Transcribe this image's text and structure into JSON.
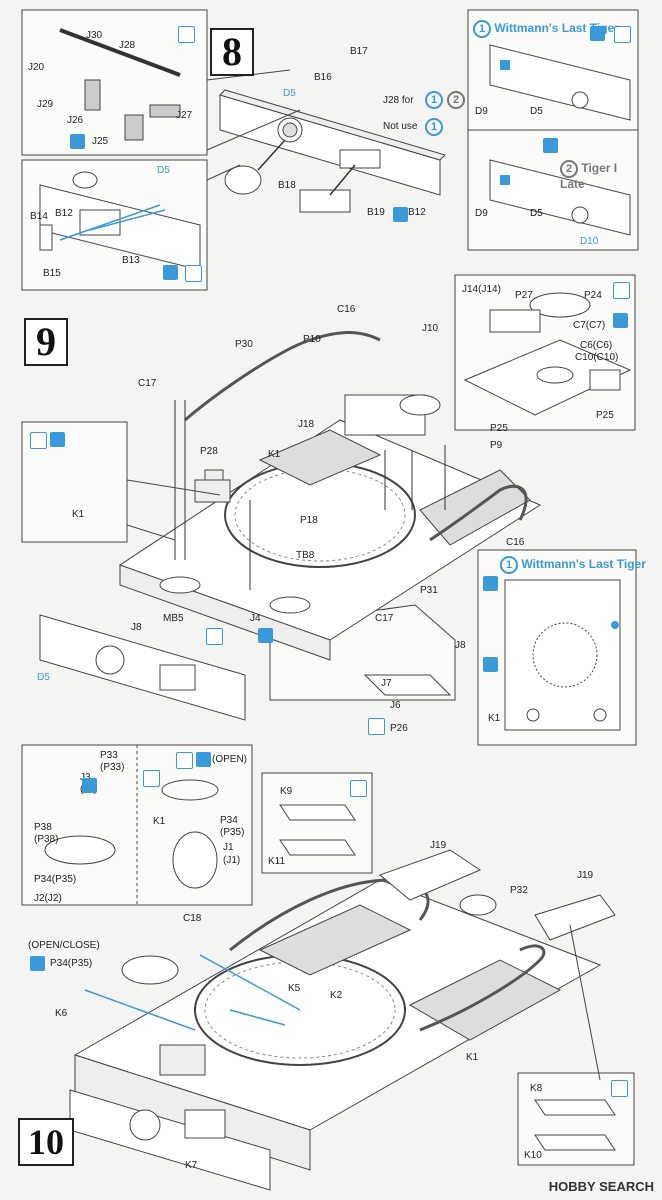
{
  "steps": {
    "s8": "8",
    "s9": "9",
    "s10": "10"
  },
  "step8": {
    "parts": [
      "J30",
      "J28",
      "J20",
      "J29",
      "J26",
      "J25",
      "J27",
      "B16",
      "B17",
      "J28 for",
      "Not use",
      "D5",
      "B18",
      "D5",
      "B14",
      "B12",
      "B13",
      "B15",
      "B19",
      "B12"
    ],
    "note_wittmann_num": "1",
    "note_wittmann": "Wittmann's Last Tiger",
    "note_tiger_num": "2",
    "note_tiger": "Tiger I Late",
    "inset_parts": [
      "D9",
      "D5",
      "D9",
      "D5",
      "D10"
    ],
    "circle1": "1",
    "circle2": "2",
    "circle1b": "1"
  },
  "step9": {
    "parts": [
      "C16",
      "J10",
      "J14(J14)",
      "P27",
      "P24",
      "C7(C7)",
      "C6(C6)",
      "C10(C10)",
      "P25",
      "P25",
      "P30",
      "P10",
      "C17",
      "J18",
      "K1",
      "P28",
      "P9",
      "P18",
      "TB8",
      "C16",
      "J8",
      "MB5",
      "J4",
      "P31",
      "C17",
      "D5",
      "J8",
      "J7",
      "J6",
      "P26",
      "K1"
    ],
    "note_num": "1",
    "note": "Wittmann's Last Tiger",
    "inset_k1": "K1"
  },
  "step10": {
    "parts": [
      "P33",
      "(P33)",
      "J3",
      "(J3)",
      "P38",
      "(P38)",
      "P34(P35)",
      "J2(J2)",
      "K1",
      "P34",
      "(P35)",
      "J1",
      "(J1)",
      "K9",
      "K11",
      "J19",
      "P32",
      "J19",
      "C18",
      "K5",
      "K2",
      "K1",
      "K6",
      "K7",
      "K8",
      "K10"
    ],
    "open": "(OPEN)",
    "open_close": "(OPEN/CLOSE)",
    "p34p35": "P34(P35)"
  },
  "watermark": "HOBBY SEARCH",
  "colors": {
    "accent": "#3a9ad9",
    "line": "#444444"
  }
}
